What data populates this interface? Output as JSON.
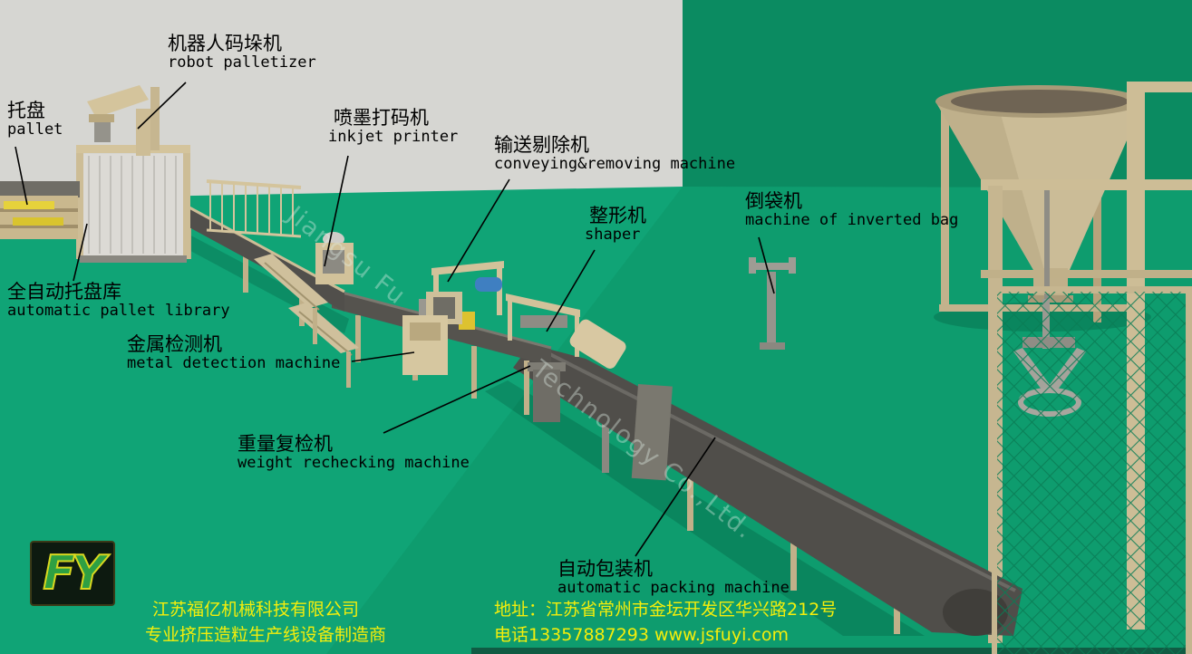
{
  "colors": {
    "floor_green": "#10A476",
    "wall_dark_green": "#0B8B61",
    "wall_gray": "#D6D6D2",
    "floor_shade": "#0E9C6E",
    "label_text": "#000000",
    "footer_yellow": "#F4EE0B",
    "machine_beige": "#CDBD96",
    "conveyor_gray": "#504E4A",
    "accent_blue": "#3F7FC1",
    "accent_yellow": "#DDC22F",
    "logo_green": "#2EA043",
    "logo_outline": "#D8D820"
  },
  "labels": [
    {
      "id": "robot-palletizer",
      "zh": "机器人码垛机",
      "en": "robot palletizer"
    },
    {
      "id": "pallet",
      "zh": "托盘",
      "en": "pallet"
    },
    {
      "id": "inkjet-printer",
      "zh": "喷墨打码机",
      "en": "inkjet printer"
    },
    {
      "id": "conveying-removing",
      "zh": "输送剔除机",
      "en": "conveying&removing machine"
    },
    {
      "id": "shaper",
      "zh": "整形机",
      "en": "shaper"
    },
    {
      "id": "inverted-bag",
      "zh": "倒袋机",
      "en": "machine of inverted bag"
    },
    {
      "id": "automatic-pallet-library",
      "zh": "全自动托盘库",
      "en": "automatic pallet library"
    },
    {
      "id": "metal-detection",
      "zh": "金属检测机",
      "en": "metal detection machine"
    },
    {
      "id": "weight-rechecking",
      "zh": "重量复检机",
      "en": "weight rechecking machine"
    },
    {
      "id": "automatic-packing",
      "zh": "自动包装机",
      "en": "automatic packing machine"
    }
  ],
  "watermark": {
    "segment1": "Jiangsu Fu",
    "segment2": "Technology Co.,Ltd."
  },
  "footer": {
    "company": "江苏福亿机械科技有限公司",
    "slogan": "专业挤压造粒生产线设备制造商",
    "address": "地址：江苏省常州市金坛开发区华兴路212号",
    "contact": "电话13357887293 www.jsfuyi.com"
  },
  "logo": {
    "text": "FY"
  }
}
